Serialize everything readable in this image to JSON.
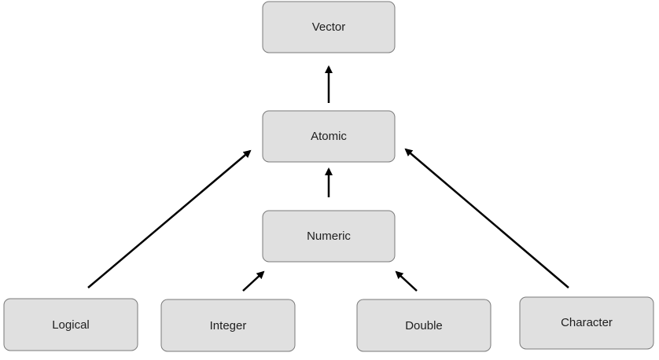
{
  "nodes": {
    "vector": "Vector",
    "atomic": "Atomic",
    "numeric": "Numeric",
    "logical": "Logical",
    "integer": "Integer",
    "double": "Double",
    "character": "Character"
  },
  "edges": [
    {
      "from": "atomic",
      "to": "vector"
    },
    {
      "from": "numeric",
      "to": "atomic"
    },
    {
      "from": "logical",
      "to": "atomic"
    },
    {
      "from": "character",
      "to": "atomic"
    },
    {
      "from": "integer",
      "to": "numeric"
    },
    {
      "from": "double",
      "to": "numeric"
    }
  ],
  "colors": {
    "node_fill": "#e0e0e0",
    "node_border": "#7a7a7a",
    "arrow": "#000000",
    "text": "#202020"
  }
}
